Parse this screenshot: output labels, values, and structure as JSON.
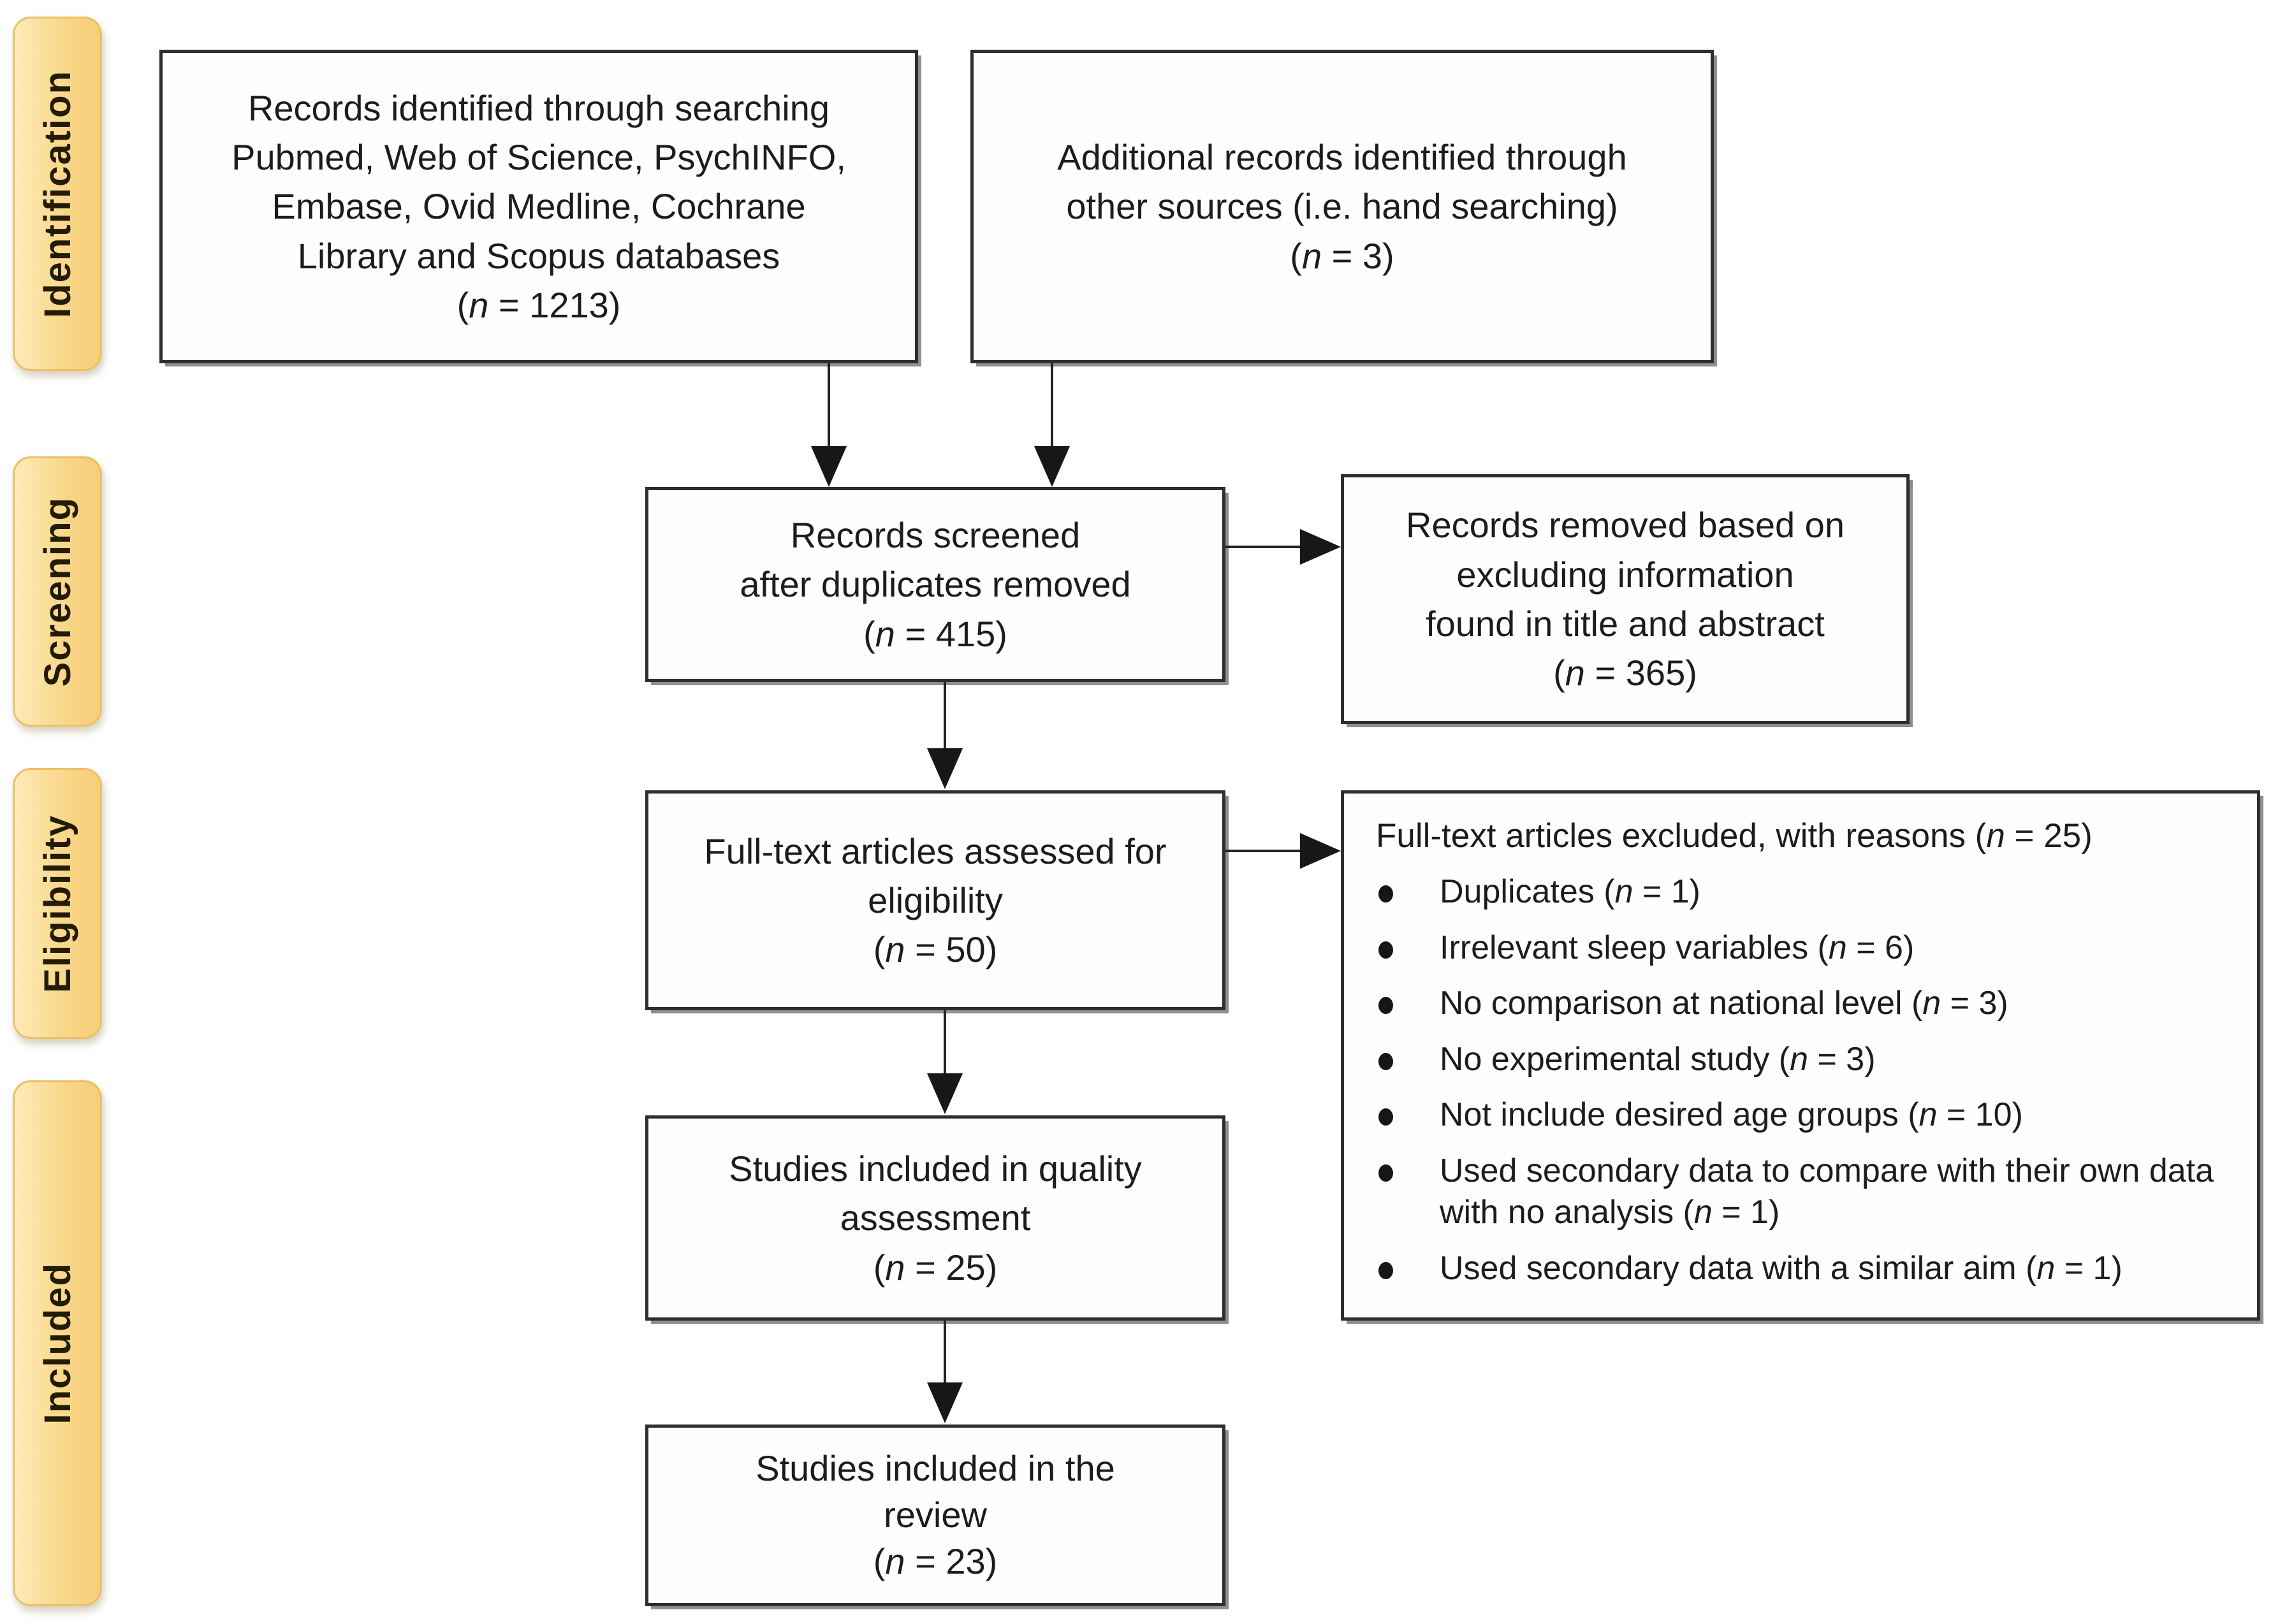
{
  "diagram_type": "prisma-flow-diagram",
  "sidebar": {
    "labels": [
      "Identification",
      "Screening",
      "Eligibility",
      "Included"
    ],
    "tab_fill_color": "#f9d88c",
    "tab_border_color": "#edbf66"
  },
  "boxes": {
    "identified": {
      "lines": [
        "Records identified through searching",
        "Pubmed, Web of Science, PsychINFO,",
        "Embase, Ovid Medline, Cochrane",
        "Library and Scopus databases"
      ],
      "count": "(n = 1213)"
    },
    "additional": {
      "lines": [
        "Additional records identified through",
        "other sources (i.e. hand searching)"
      ],
      "count": "(n = 3)"
    },
    "screened": {
      "lines": [
        "Records screened",
        "after duplicates removed"
      ],
      "count": "(n = 415)"
    },
    "removed": {
      "lines": [
        "Records removed based on",
        "excluding information",
        "found in title and abstract"
      ],
      "count": "(n = 365)"
    },
    "fulltext": {
      "lines": [
        "Full-text articles assessed for",
        "eligibility"
      ],
      "count": "(n = 50)"
    },
    "excluded": {
      "title": "Full-text articles excluded, with reasons (n = 25)",
      "items": [
        "Duplicates (n = 1)",
        "Irrelevant sleep variables (n = 6)",
        "No comparison at national level (n = 3)",
        "No experimental study (n = 3)",
        "Not include desired age groups (n = 10)",
        "Used secondary data to compare with their own data with no analysis (n = 1)",
        "Used secondary data with a similar aim (n = 1)"
      ]
    },
    "quality": {
      "lines": [
        "Studies included in quality",
        "assessment"
      ],
      "count": "(n = 25)"
    },
    "review": {
      "lines": [
        "Studies included in the",
        "review"
      ],
      "count": "(n = 23)"
    }
  }
}
